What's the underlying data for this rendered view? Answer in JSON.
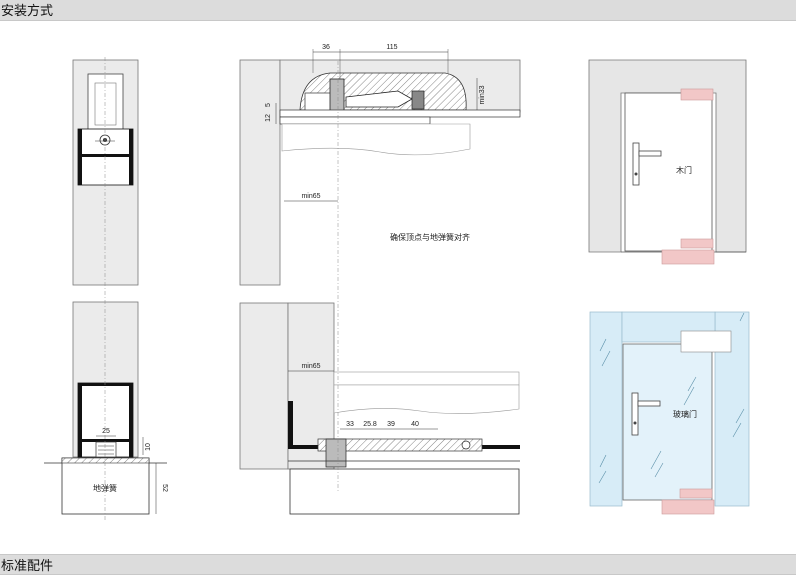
{
  "sections": {
    "install_title": "安装方式",
    "accessories_title": "标准配件"
  },
  "labels": {
    "floor_spring": "地弹簧",
    "align_note": "确保顶点与地弹簧对齐",
    "wood_door": "木门",
    "glass_door": "玻璃门"
  },
  "dimensions": {
    "d36": "36",
    "d115": "115",
    "d5": "5",
    "d12": "12",
    "min33": "min33",
    "min65_top": "min65",
    "min65_bottom": "min65",
    "d33": "33",
    "d25_8": "25.8",
    "d39": "39",
    "d40": "40",
    "d25": "25",
    "d10": "10",
    "d52": "52"
  },
  "colors": {
    "header_bg": "#dcdcdc",
    "wall_gray": "#e6e6e6",
    "glass_blue": "#d7ecf7",
    "hinge_pink": "#f2c7c7"
  }
}
